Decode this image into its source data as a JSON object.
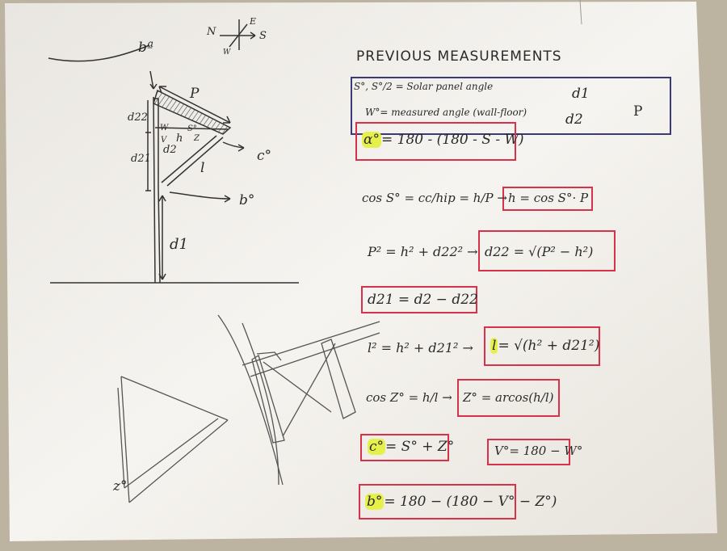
{
  "header": {
    "title": "PREVIOUS MEASUREMENTS"
  },
  "legend": {
    "line1": "S°, S°/2 = Solar panel angle",
    "line2": "W°= measured angle (wall-floor)",
    "d1": "d1",
    "d2": "d2",
    "p": "P"
  },
  "equations": {
    "alpha": {
      "var": "α°",
      "rest": "= 180 - (180 - S - W)"
    },
    "cos_s_lhs": "cos S° = cc/hip = h/P →",
    "h": "h = cos S°· P",
    "pyth1_lhs": "P² = h² + d22² →",
    "d22": "d22 = √(P² − h²)",
    "d21": "d21 = d2 − d22",
    "pyth2_lhs": "l² = h² + d21² →",
    "l": {
      "var": "l",
      "rest": "= √(h² + d21²)"
    },
    "cos_z_lhs": "cos Z° = h/l →",
    "z": "Z° = arcos(h/l)",
    "c": {
      "var": "c°",
      "rest": "= S° + Z°"
    },
    "v": "V°= 180 − W°",
    "b": {
      "var": "b°",
      "rest": "= 180 − (180 − V° − Z°)"
    }
  },
  "sketch": {
    "compass_n": "N",
    "compass_e": "E",
    "compass_s": "S",
    "compass_w": "W",
    "b_top": "bª",
    "p": "P",
    "d22": "d22",
    "d21": "d21",
    "d2": "d2",
    "d1": "d1",
    "h": "h",
    "z": "Z",
    "s": "S°",
    "w": "W",
    "v": "V",
    "l": "l",
    "c": "c°",
    "b": "b°",
    "zeta": "z°"
  },
  "colors": {
    "box": "#d8324a",
    "highlight": "#e6f04a",
    "ink": "#2a2a2a",
    "paper": "#f4f2ee"
  }
}
